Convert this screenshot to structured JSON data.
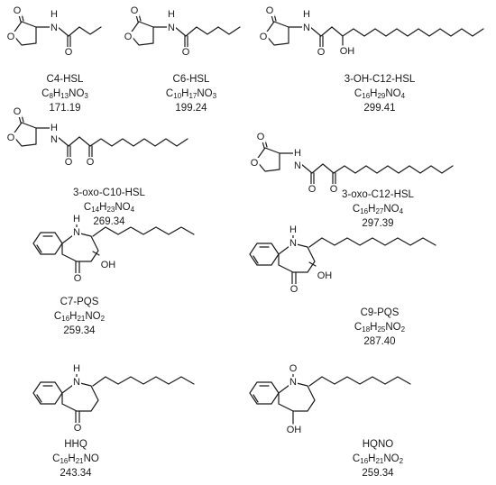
{
  "atom_labels": {
    "oxygen": "O",
    "nitrogen": "N",
    "hydrogen": "H",
    "hydroxyl": "OH"
  },
  "compounds": [
    {
      "name": "C4-HSL",
      "formula": [
        [
          "C",
          "8"
        ],
        [
          "H",
          "13"
        ],
        [
          "NO",
          "3"
        ]
      ],
      "mass": "171.19"
    },
    {
      "name": "C6-HSL",
      "formula": [
        [
          "C",
          "10"
        ],
        [
          "H",
          "17"
        ],
        [
          "NO",
          "3"
        ]
      ],
      "mass": "199.24"
    },
    {
      "name": "3-OH-C12-HSL",
      "formula": [
        [
          "C",
          "16"
        ],
        [
          "H",
          "29"
        ],
        [
          "NO",
          "4"
        ]
      ],
      "mass": "299.41"
    },
    {
      "name": "3-oxo-C10-HSL",
      "formula": [
        [
          "C",
          "14"
        ],
        [
          "H",
          "23"
        ],
        [
          "NO",
          "4"
        ]
      ],
      "mass": "269.34"
    },
    {
      "name": "3-oxo-C12-HSL",
      "formula": [
        [
          "C",
          "16"
        ],
        [
          "H",
          "27"
        ],
        [
          "NO",
          "4"
        ]
      ],
      "mass": "297.39"
    },
    {
      "name": "C7-PQS",
      "formula": [
        [
          "C",
          "16"
        ],
        [
          "H",
          "21"
        ],
        [
          "NO",
          "2"
        ]
      ],
      "mass": "259.34"
    },
    {
      "name": "C9-PQS",
      "formula": [
        [
          "C",
          "18"
        ],
        [
          "H",
          "25"
        ],
        [
          "NO",
          "2"
        ]
      ],
      "mass": "287.40"
    },
    {
      "name": "HHQ",
      "formula": [
        [
          "C",
          "16"
        ],
        [
          "H",
          "21"
        ],
        [
          "NO",
          ""
        ]
      ],
      "mass": "243.34"
    },
    {
      "name": "HQNO",
      "formula": [
        [
          "C",
          "16"
        ],
        [
          "H",
          "21"
        ],
        [
          "NO",
          "2"
        ]
      ],
      "mass": "259.34"
    }
  ]
}
